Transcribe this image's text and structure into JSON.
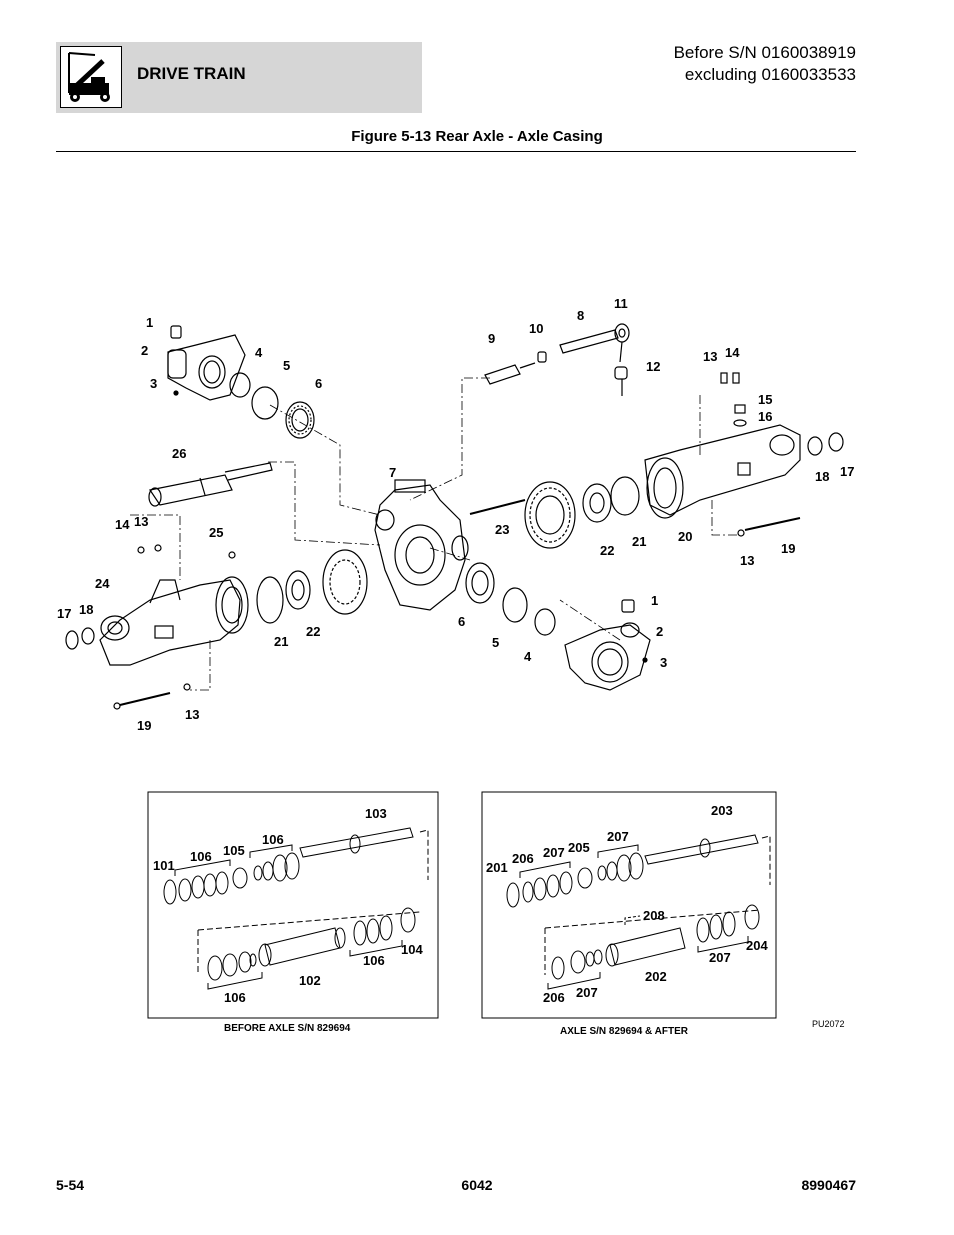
{
  "header": {
    "section_title": "DRIVE TRAIN",
    "serial_line1": "Before S/N 0160038919",
    "serial_line2": "excluding 0160033533",
    "logo_icon": "telehandler-icon"
  },
  "figure": {
    "title": "Figure 5-13 Rear Axle - Axle Casing",
    "callouts": {
      "c1a": "1",
      "c2a": "2",
      "c3a": "3",
      "c4a": "4",
      "c5a": "5",
      "c6a": "6",
      "c26": "26",
      "c7": "7",
      "c9": "9",
      "c10": "10",
      "c8": "8",
      "c11": "11",
      "c12": "12",
      "c13a": "13",
      "c14a": "14",
      "c15": "15",
      "c16": "16",
      "c18a": "18",
      "c17a": "17",
      "c14b": "14",
      "c13b": "13",
      "c25": "25",
      "c23": "23",
      "c22a": "22",
      "c21a": "21",
      "c20": "20",
      "c13c": "13",
      "c19a": "19",
      "c24": "24",
      "c17b": "17",
      "c18b": "18",
      "c1b": "1",
      "c2b": "2",
      "c3b": "3",
      "c6b": "6",
      "c5b": "5",
      "c4b": "4",
      "c21b": "21",
      "c22b": "22",
      "c19b": "19",
      "c13d": "13"
    },
    "detail_left": {
      "caption": "BEFORE AXLE S/N 829694",
      "callouts": {
        "d103": "103",
        "d106a": "106",
        "d101": "101",
        "d106b": "106",
        "d105": "105",
        "d104": "104",
        "d106c": "106",
        "d102": "102",
        "d106d": "106"
      }
    },
    "detail_right": {
      "caption": "AXLE S/N 829694 & AFTER",
      "callouts": {
        "d203": "203",
        "d207a": "207",
        "d201": "201",
        "d206a": "206",
        "d207b": "207",
        "d205": "205",
        "d208": "208",
        "d204": "204",
        "d207c": "207",
        "d202": "202",
        "d206b": "206",
        "d207d": "207"
      }
    },
    "drawing_code": "PU2072"
  },
  "footer": {
    "page_number": "5-54",
    "model": "6042",
    "manual_number": "8990467"
  }
}
